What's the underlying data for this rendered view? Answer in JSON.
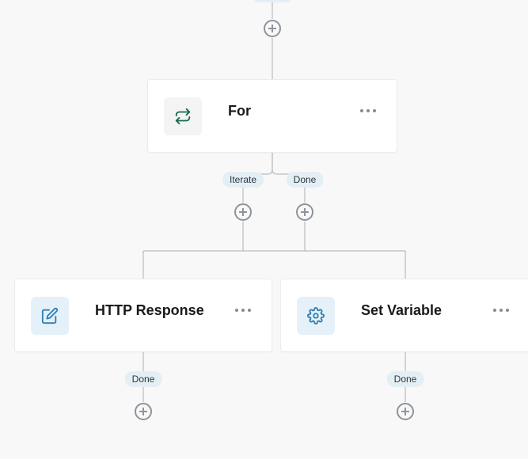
{
  "colors": {
    "canvas_background": "#f8f8f8",
    "connector": "#b9bcc0",
    "badge_background": "#e4eff5",
    "for_icon": "#1a6b4c",
    "blue_icon": "#2f7eb3"
  },
  "nodes": {
    "for": {
      "title": "For",
      "icon": "repeat-icon"
    },
    "http_response": {
      "title": "HTTP Response",
      "icon": "edit-icon"
    },
    "set_variable": {
      "title": "Set Variable",
      "icon": "gear-icon"
    }
  },
  "branches": {
    "iterate_label": "Iterate",
    "for_done_label": "Done",
    "http_done_label": "Done",
    "set_variable_done_label": "Done"
  }
}
